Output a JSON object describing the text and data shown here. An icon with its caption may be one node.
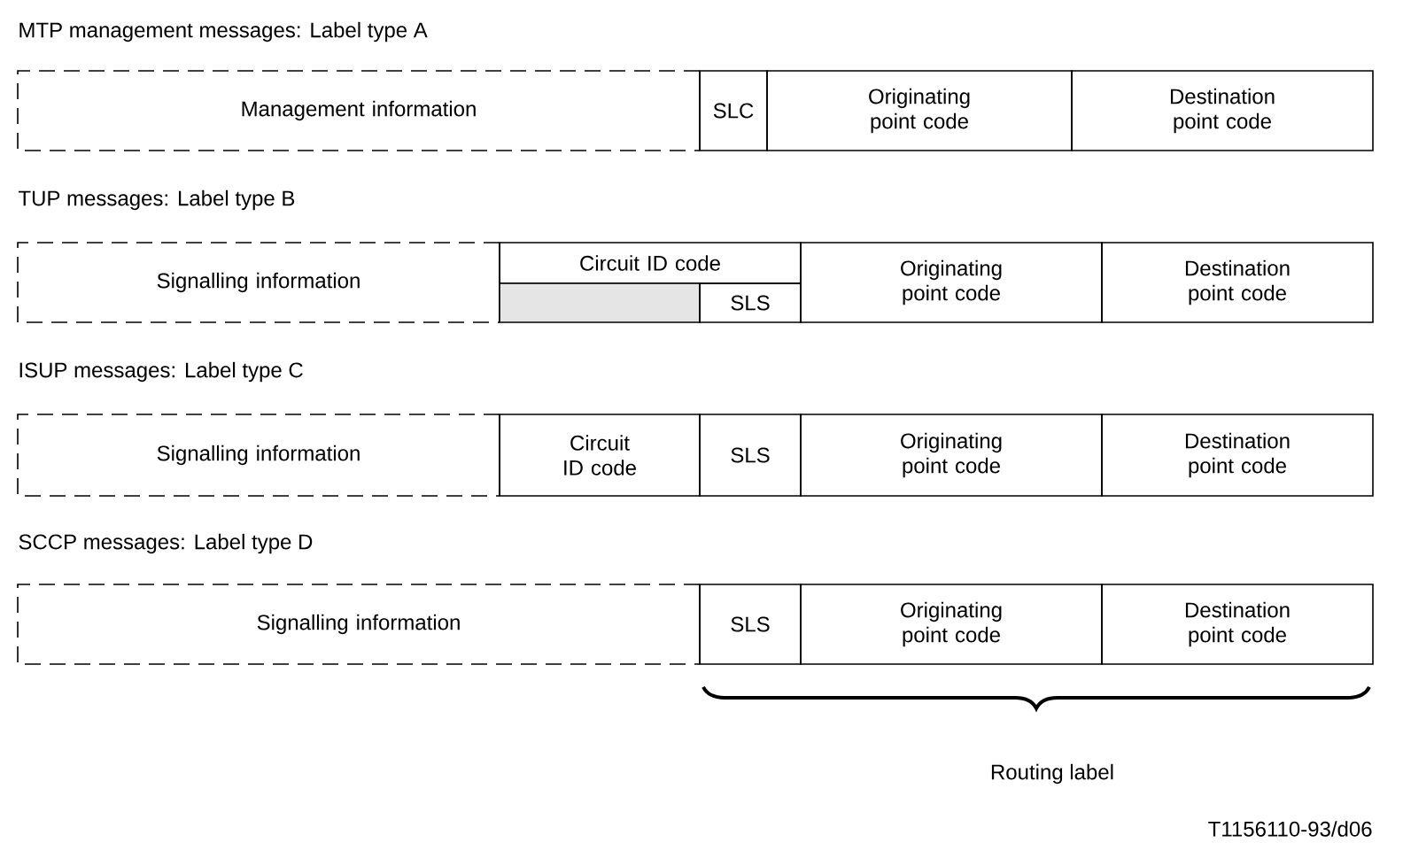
{
  "diagram": {
    "nodes": [
      {
        "text": [
          "Management information"
        ]
      },
      {
        "text": [
          "SLC"
        ]
      },
      {
        "text": [
          "Originating point code"
        ]
      },
      {
        "text": [
          "Destination point code"
        ]
      },
      {
        "text": [
          "Signalling information"
        ]
      },
      {
        "text": [
          "Circuit ID code"
        ]
      },
      {
        "text": [
          "Originating point code"
        ]
      },
      {
        "text": [
          "Destination point code"
        ]
      },
      {
        "text": [],
        "shape": "box"
      },
      {
        "text": [
          "SLS"
        ]
      },
      {
        "text": [
          "Signalling information"
        ]
      },
      {
        "text": [
          "Circuit ID code"
        ]
      },
      {
        "text": [
          "SLS"
        ]
      },
      {
        "text": [
          "Originating point code"
        ]
      },
      {
        "text": [
          "Destination point code"
        ]
      },
      {
        "text": [
          "Signalling information"
        ]
      },
      {
        "text": [
          "SLS"
        ]
      },
      {
        "text": [
          "Originating point code"
        ]
      },
      {
        "text": [
          "Destination point code"
        ]
      }
    ],
    "labels": [
      "MTP management messages: Label type A",
      "TUP messages: Label type B",
      "ISUP messages: Label type C",
      "SCCP messages: Label type D",
      "Routing label",
      "T1156110-93/d06"
    ]
  }
}
